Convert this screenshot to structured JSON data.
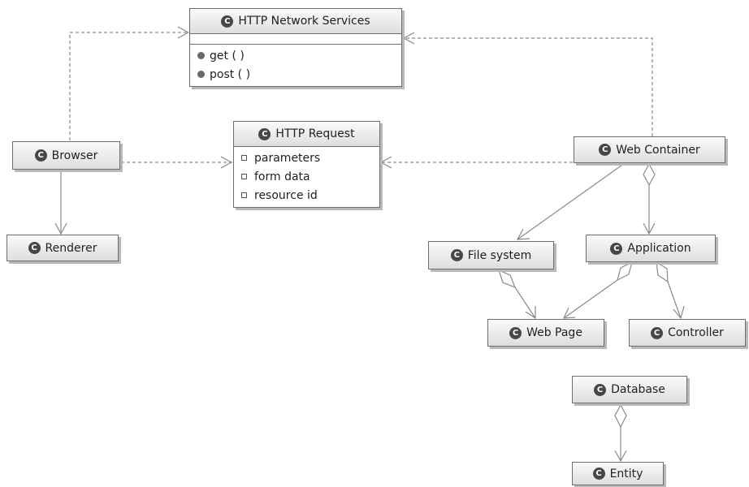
{
  "diagram": {
    "classes": {
      "http_network_services": {
        "name": "HTTP Network Services",
        "methods": [
          "get ( )",
          "post ( )"
        ]
      },
      "http_request": {
        "name": "HTTP Request",
        "attributes": [
          "parameters",
          "form data",
          "resource id"
        ]
      },
      "browser": {
        "name": "Browser"
      },
      "renderer": {
        "name": "Renderer"
      },
      "web_container": {
        "name": "Web Container"
      },
      "file_system": {
        "name": "File system"
      },
      "application": {
        "name": "Application"
      },
      "web_page": {
        "name": "Web Page"
      },
      "controller": {
        "name": "Controller"
      },
      "database": {
        "name": "Database"
      },
      "entity": {
        "name": "Entity"
      }
    },
    "class_badge": "C",
    "relations": [
      {
        "from": "browser",
        "to": "http_network_services",
        "type": "dependency"
      },
      {
        "from": "browser",
        "to": "http_request",
        "type": "dependency"
      },
      {
        "from": "browser",
        "to": "renderer",
        "type": "association"
      },
      {
        "from": "web_container",
        "to": "http_network_services",
        "type": "dependency"
      },
      {
        "from": "web_container",
        "to": "http_request",
        "type": "dependency"
      },
      {
        "from": "web_container",
        "to": "file_system",
        "type": "association"
      },
      {
        "from": "web_container",
        "to": "application",
        "type": "aggregation"
      },
      {
        "from": "file_system",
        "to": "web_page",
        "type": "aggregation"
      },
      {
        "from": "application",
        "to": "web_page",
        "type": "aggregation"
      },
      {
        "from": "application",
        "to": "controller",
        "type": "aggregation"
      },
      {
        "from": "database",
        "to": "entity",
        "type": "aggregation"
      }
    ]
  },
  "colors": {
    "border": "#6e6e6e",
    "line": "#8a8a8a",
    "badge": "#474747",
    "header_gradient_top": "#fafafa",
    "header_gradient_bottom": "#dedede",
    "shadow": "#b9b9b9"
  }
}
